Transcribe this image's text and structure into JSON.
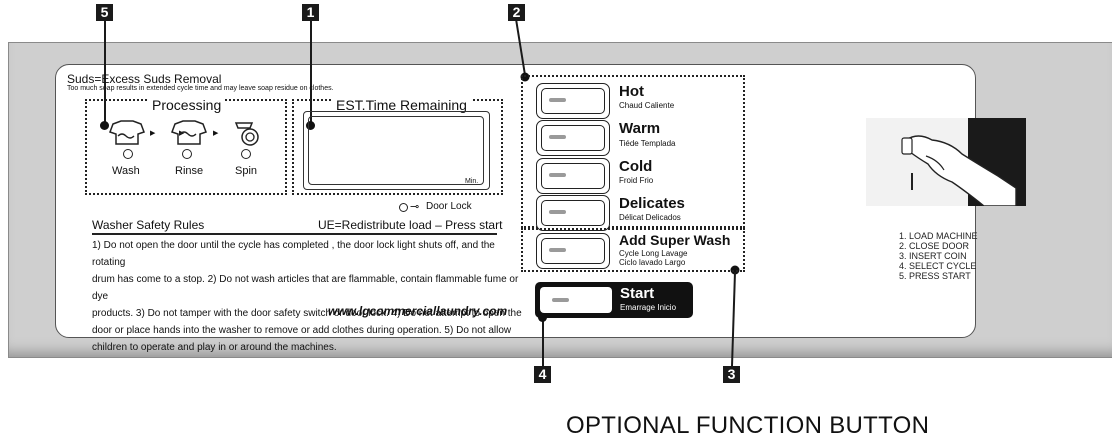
{
  "callouts": {
    "c5": "5",
    "c1": "1",
    "c2": "2",
    "c4": "4",
    "c3": "3"
  },
  "suds": {
    "title": "Suds=Excess Suds Removal",
    "note": "Too much soap results in extended cycle time and may leave soap residue on clothes."
  },
  "processing": {
    "title": "Processing",
    "steps": [
      {
        "label": "Wash",
        "icon": "shirt-wash-icon"
      },
      {
        "label": "Rinse",
        "icon": "shirt-rinse-icon"
      },
      {
        "label": "Spin",
        "icon": "spin-icon"
      }
    ]
  },
  "est_time": {
    "title": "EST.Time Remaining",
    "unit": "Min."
  },
  "door_lock": "Door Lock",
  "safety": {
    "title": "Washer Safety Rules",
    "ue": "UE=Redistribute load – Press start",
    "lines": [
      "1) Do not open the door until the cycle has completed , the door lock light shuts off, and the rotating",
      "drum has come to a stop. 2) Do not wash articles that are flammable, contain flammable fume or dye",
      "products.  3) Do not tamper with the door safety switch or door lock.  4)  Do not attempt to open the",
      "door or place hands into the washer to remove or add clothes during operation.  5)  Do not allow",
      "children to operate and play in or around the machines."
    ],
    "url": "www.lgcommerciallaundry.com"
  },
  "buttons": [
    {
      "label": "Hot",
      "sub": "Chaud  Caliente"
    },
    {
      "label": "Warm",
      "sub": "Tiéde  Templada"
    },
    {
      "label": "Cold",
      "sub": "Froid  Frio"
    },
    {
      "label": "Delicates",
      "sub": "Délicat  Delicados"
    }
  ],
  "super_wash": {
    "label": "Add Super Wash",
    "sub1": "Cycle Long Lavage",
    "sub2": "Ciclo lavado Largo"
  },
  "start": {
    "label": "Start",
    "sub": "Emarrage  Inicio"
  },
  "instructions": [
    "1. LOAD MACHINE",
    "2. CLOSE DOOR",
    "3. INSERT COIN",
    "4. SELECT CYCLE",
    "5. PRESS START"
  ],
  "caption": "OPTIONAL FUNCTION BUTTON",
  "colors": {
    "panel": "#cfcfcf",
    "start_button": "#111111",
    "tag": "#1a1a1a"
  }
}
